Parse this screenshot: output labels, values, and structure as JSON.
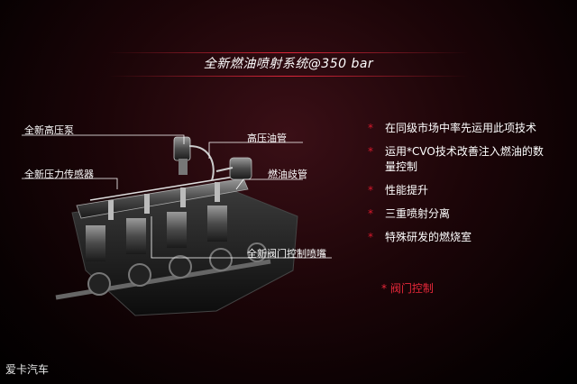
{
  "slide": {
    "title": "全新燃油喷射系统@350 bar"
  },
  "labels": {
    "high_pressure_pump": "全新高压泵",
    "pressure_sensor": "全新压力传感器",
    "high_pressure_pipe": "高压油管",
    "fuel_rail": "燃油歧管",
    "injector": "全新阀门控制喷嘴"
  },
  "bullets": [
    {
      "marker": "*",
      "text": "在同级市场中率先运用此项技术"
    },
    {
      "marker": "*",
      "text": "运用*CVO技术改善注入燃油的数"
    },
    {
      "marker": "",
      "text": "量控制"
    },
    {
      "marker": "*",
      "text": "性能提升"
    },
    {
      "marker": "*",
      "text": "三重喷射分离"
    },
    {
      "marker": "*",
      "text": "特殊研发的燃烧室"
    }
  ],
  "note": "* 阀门控制",
  "watermark": "爱卡汽车",
  "colors": {
    "accent_red": "#d8192c",
    "background": "#1c0508"
  }
}
